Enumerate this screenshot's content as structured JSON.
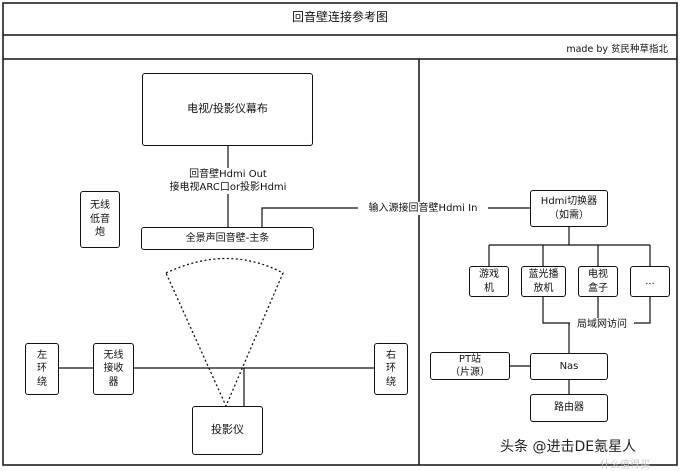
{
  "header": {
    "title": "回音壁连接参考图",
    "credit": "made by 贫民种草指北"
  },
  "left": {
    "tv": "电视/投影仪幕布",
    "tv_link": "回音壁Hdmi Out\n接电视ARC口or投影Hdmi",
    "subwoofer": "无线\n低音\n炮",
    "soundbar": "全景声回音壁-主条",
    "left_surround": "左\n环\n绕",
    "wireless_receiver": "无线\n接收\n器",
    "right_surround": "右\n环\n绕",
    "projector": "投影仪"
  },
  "right": {
    "input_label": "输入源接回音壁Hdmi In",
    "hdmi_switch": "Hdmi切换器\n（如需）",
    "game_console": "游戏\n机",
    "bluray_player": "蓝光播\n放机",
    "tv_box": "电视\n盒子",
    "more": "...",
    "lan_label": "局域网访问",
    "pt_site": "PT站\n（片源）",
    "nas": "Nas",
    "router": "路由器"
  },
  "watermark": {
    "text": "头条 @进击DE氪星人",
    "faint": "什么值得买"
  }
}
